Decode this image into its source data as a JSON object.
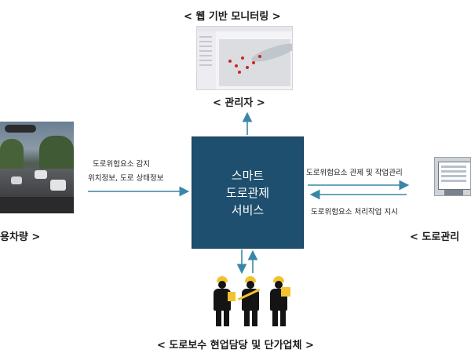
{
  "top": {
    "title": "< 웹 기반 모니터링 >",
    "subtitle": "< 관리자 >"
  },
  "center": {
    "lines": [
      "스마트",
      "도로관제",
      "서비스"
    ]
  },
  "left": {
    "caption": "용차량 >",
    "flow_lines": [
      "도로위험요소 감지",
      "위치정보, 도로 상태정보"
    ]
  },
  "right": {
    "caption": "< 도로관리",
    "flow_out": "도로위험요소 관제 및 작업관리",
    "flow_in": "도로위험요소 처리작업 지시"
  },
  "bottom": {
    "caption": "< 도로보수 현업담당 및 단가업체 >"
  },
  "colors": {
    "center_box": "#1f4f6e",
    "arrows": "#3a86a8",
    "helmet": "#f2c230"
  },
  "icons": [
    "web-monitor-screen",
    "dashcam-photo",
    "workstation",
    "road-workers"
  ]
}
